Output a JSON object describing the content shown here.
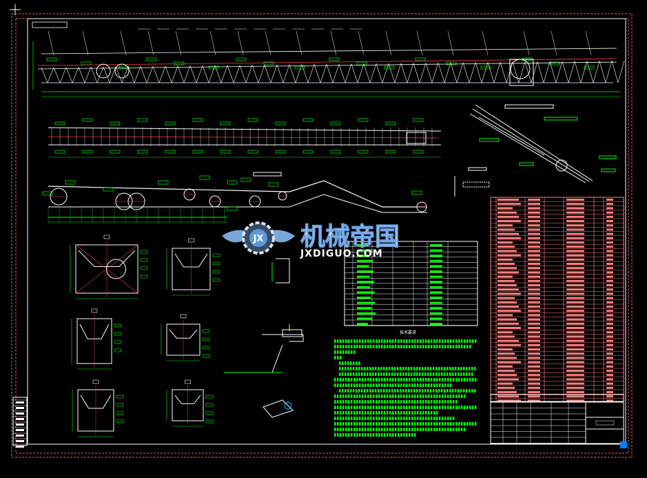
{
  "drawing": {
    "watermark_title": "机械帝国",
    "watermark_url": "JXDIGUO.COM",
    "watermark_badge": "JX",
    "tech_requirements_title": "技术要求"
  },
  "colors": {
    "background": "#000000",
    "frame": "#ffffff",
    "outer_frame": "#ff6060",
    "geometry": "#ffffff",
    "dimension": "#00ff00",
    "centerline": "#ff4040",
    "bom_table": "#ff8080",
    "highlight": "#ffff00",
    "accent": "#00c0ff"
  }
}
